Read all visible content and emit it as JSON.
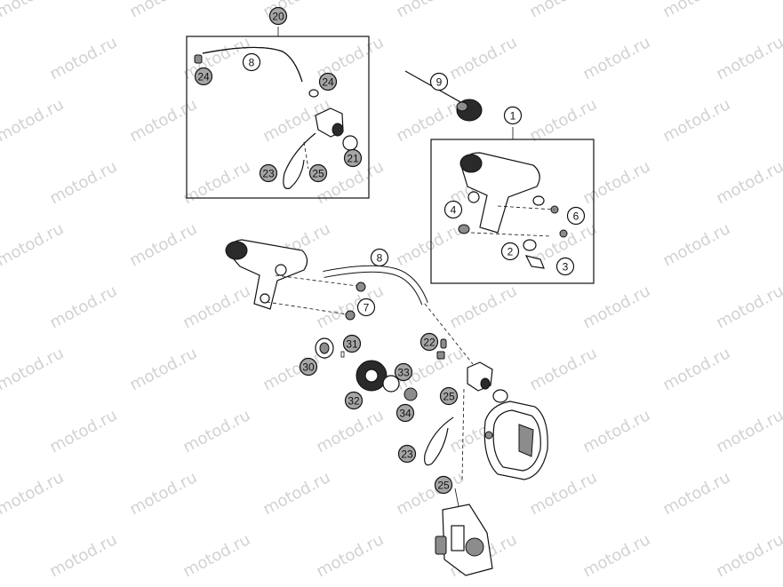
{
  "watermark": {
    "text": "motod.ru"
  },
  "callouts": [
    {
      "id": "c20",
      "label": "20",
      "filled": true
    },
    {
      "id": "c8a",
      "label": "8",
      "filled": false
    },
    {
      "id": "c24a",
      "label": "24",
      "filled": true
    },
    {
      "id": "c24b",
      "label": "24",
      "filled": true
    },
    {
      "id": "c21",
      "label": "21",
      "filled": true
    },
    {
      "id": "c23a",
      "label": "23",
      "filled": true
    },
    {
      "id": "c25a",
      "label": "25",
      "filled": true
    },
    {
      "id": "c9",
      "label": "9",
      "filled": false
    },
    {
      "id": "c1",
      "label": "1",
      "filled": false
    },
    {
      "id": "c4",
      "label": "4",
      "filled": false
    },
    {
      "id": "c6",
      "label": "6",
      "filled": false
    },
    {
      "id": "c2",
      "label": "2",
      "filled": false
    },
    {
      "id": "c3",
      "label": "3",
      "filled": false
    },
    {
      "id": "c8b",
      "label": "8",
      "filled": false
    },
    {
      "id": "c7",
      "label": "7",
      "filled": false
    },
    {
      "id": "c31",
      "label": "31",
      "filled": true
    },
    {
      "id": "c30",
      "label": "30",
      "filled": true
    },
    {
      "id": "c22",
      "label": "22",
      "filled": true
    },
    {
      "id": "c33",
      "label": "33",
      "filled": true
    },
    {
      "id": "c32",
      "label": "32",
      "filled": true
    },
    {
      "id": "c34",
      "label": "34",
      "filled": true
    },
    {
      "id": "c25b",
      "label": "25",
      "filled": true
    },
    {
      "id": "c23b",
      "label": "23",
      "filled": true
    },
    {
      "id": "c25c",
      "label": "25",
      "filled": true
    }
  ]
}
